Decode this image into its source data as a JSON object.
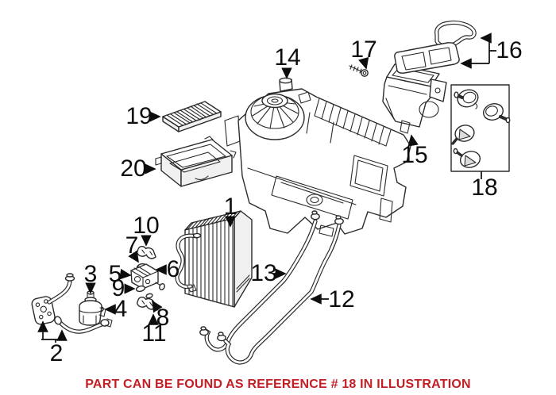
{
  "colors": {
    "background": "#ffffff",
    "line": "#2b2b2b",
    "label": "#0d0d0d",
    "note": "#c41e25"
  },
  "callouts": [
    {
      "label": "1"
    },
    {
      "label": "2"
    },
    {
      "label": "3"
    },
    {
      "label": "4"
    },
    {
      "label": "5"
    },
    {
      "label": "6"
    },
    {
      "label": "7"
    },
    {
      "label": "8"
    },
    {
      "label": "9"
    },
    {
      "label": "10"
    },
    {
      "label": "11"
    },
    {
      "label": "12"
    },
    {
      "label": "13"
    },
    {
      "label": "14"
    },
    {
      "label": "15"
    },
    {
      "label": "16"
    },
    {
      "label": "17"
    },
    {
      "label": "18"
    },
    {
      "label": "19"
    },
    {
      "label": "20"
    }
  ],
  "footer": {
    "note": "PART CAN BE FOUND AS REFERENCE # 18 IN ILLUSTRATION"
  }
}
